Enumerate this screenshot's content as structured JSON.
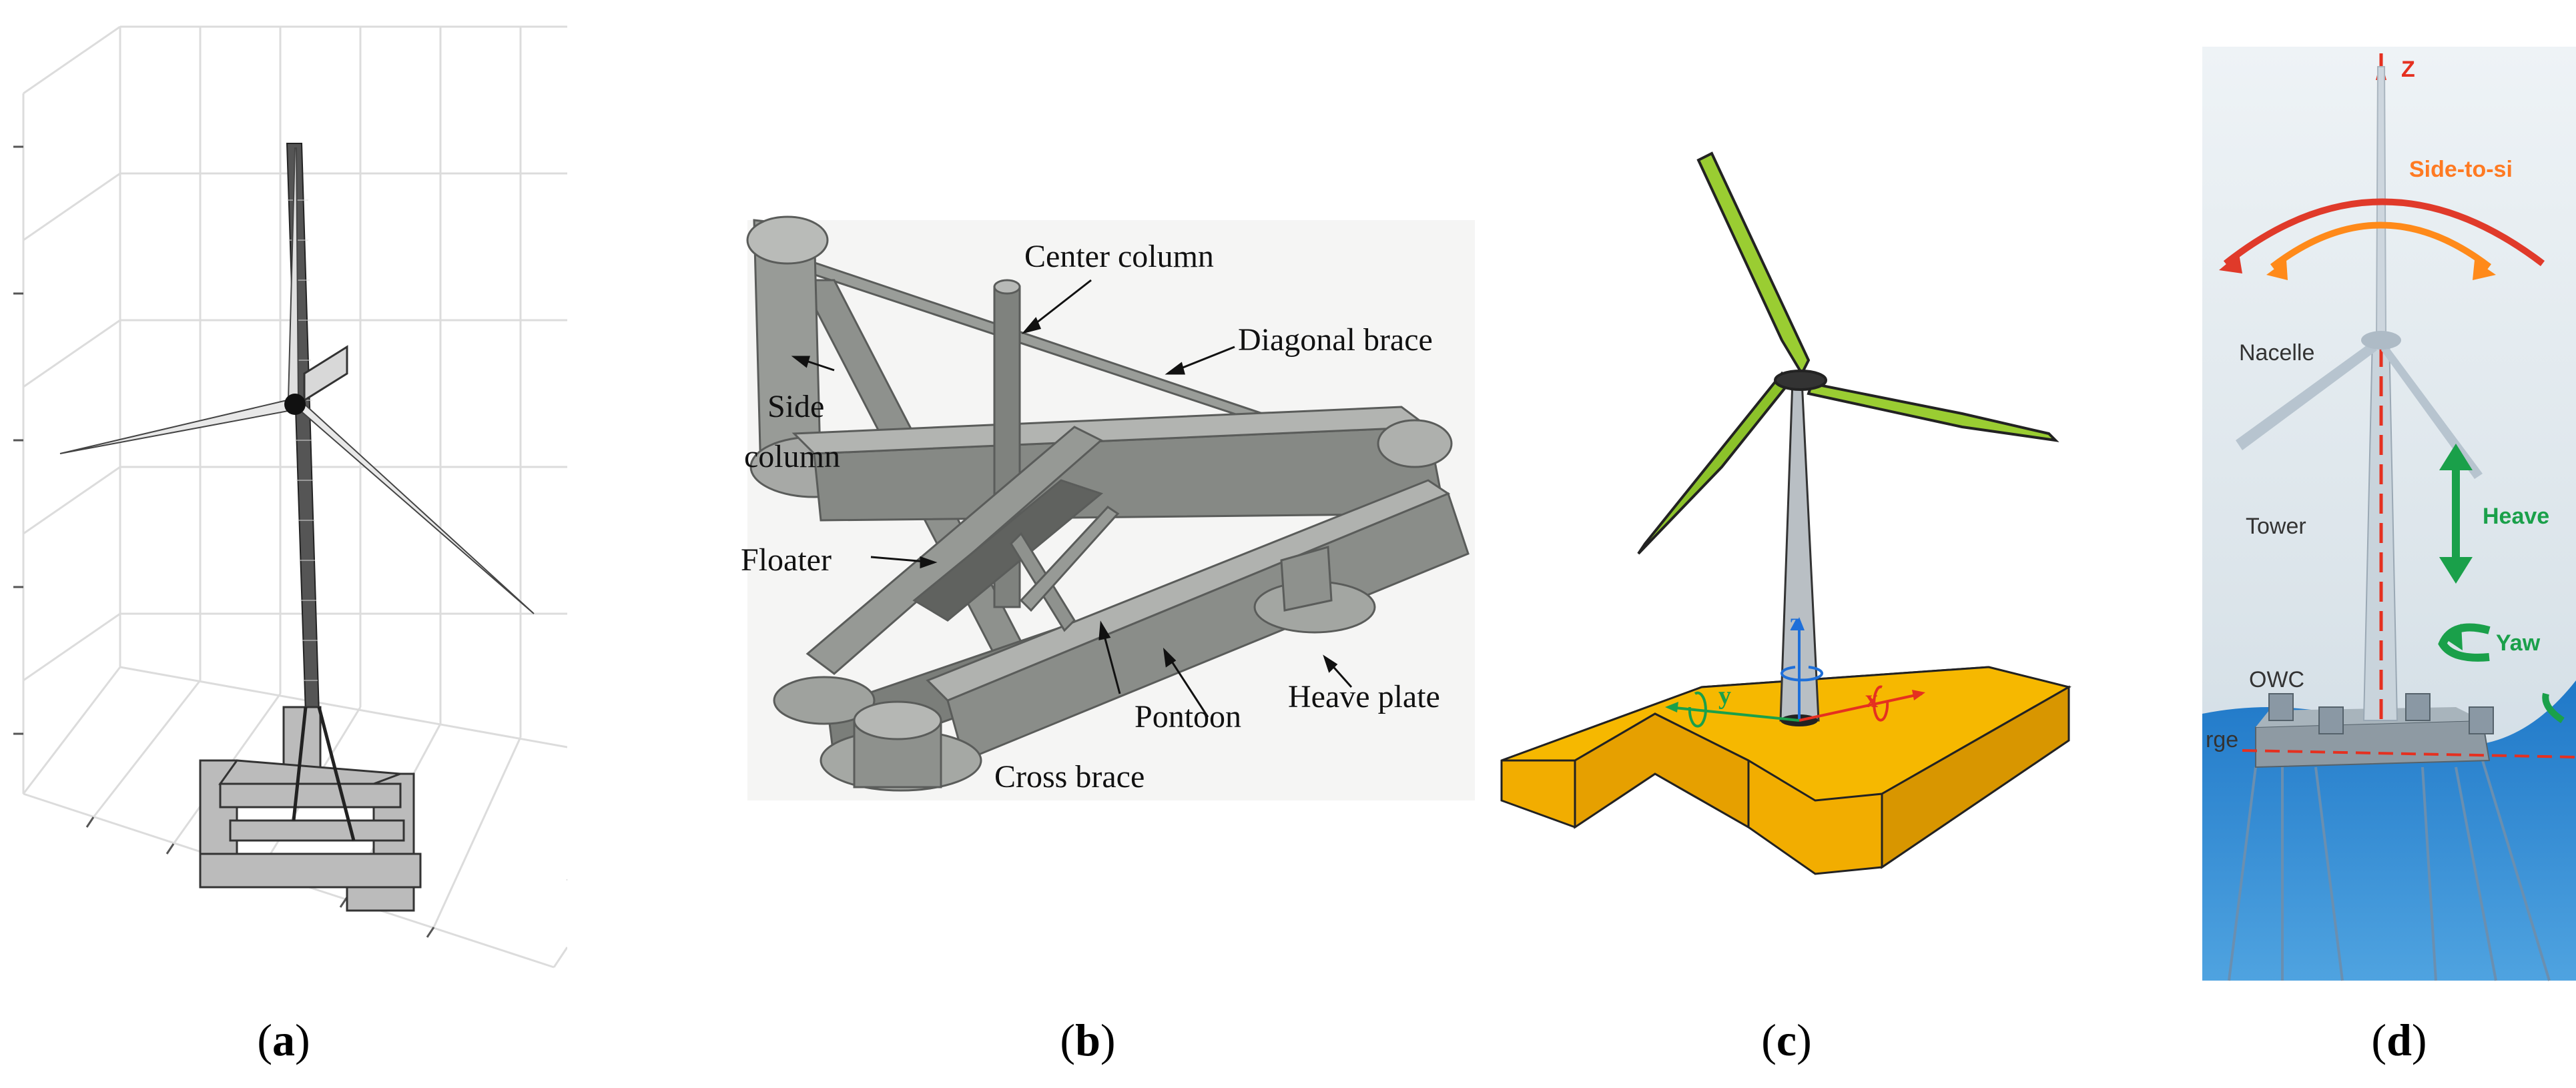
{
  "panels": {
    "a": {
      "caption": "a"
    },
    "b": {
      "caption": "b",
      "labels": {
        "center_column": "Center column",
        "diagonal_brace": "Diagonal brace",
        "side_column_1": "Side",
        "side_column_2": "column",
        "floater": "Floater",
        "pontoon": "Pontoon",
        "heave_plate": "Heave plate",
        "cross_brace": "Cross brace"
      }
    },
    "c": {
      "caption": "c",
      "axes": {
        "x": "x",
        "y": "y",
        "z": "z"
      }
    },
    "d": {
      "caption": "d",
      "labels": {
        "z_axis": "Z",
        "side_to_side": "Side-to-si",
        "nacelle": "Nacelle",
        "heave": "Heave",
        "tower": "Tower",
        "yaw": "Yaw",
        "owc": "OWC",
        "surge": "rge"
      }
    }
  },
  "colors": {
    "blade_green": "#9acd32",
    "platform_yellow": "#f6b800",
    "concrete_gray": "#8e918d",
    "ocean_blue": "#1f78c8",
    "axis_red": "#e53020",
    "heave_green": "#1aa04a",
    "side_orange": "#ff7a22"
  }
}
